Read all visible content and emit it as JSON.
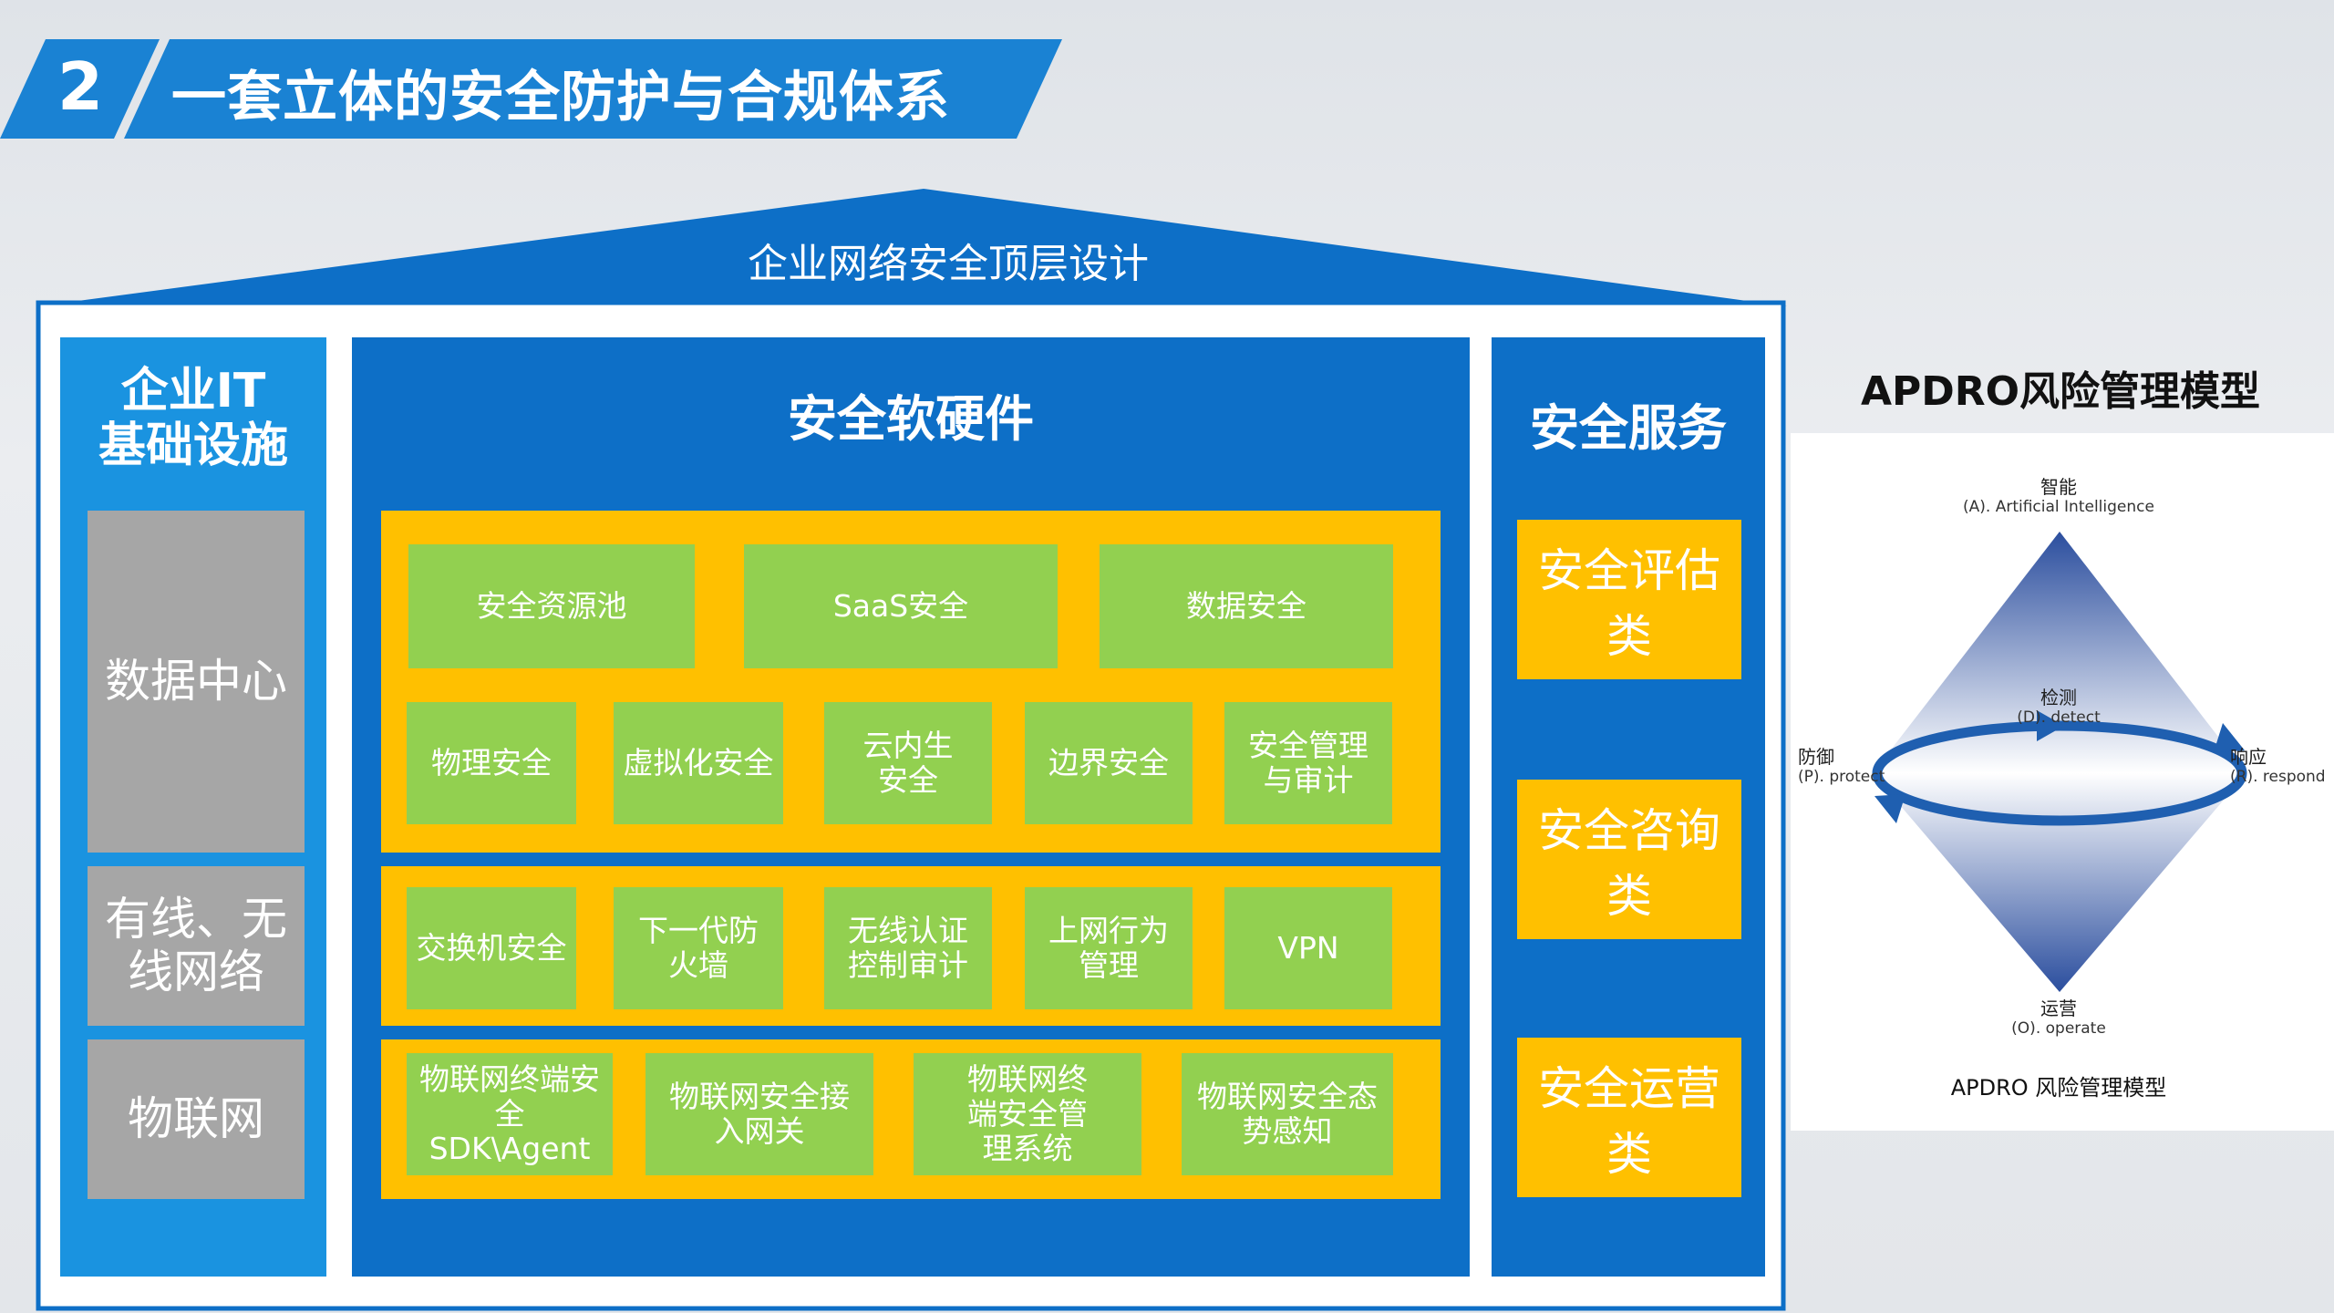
{
  "header": {
    "number": "2",
    "title": "一套立体的安全防护与合规体系"
  },
  "roof": {
    "label": "企业网络安全顶层设计"
  },
  "it_infra": {
    "title_line1": "企业IT",
    "title_line2": "基础设施",
    "items": [
      "数据中心",
      "有线、无线网络",
      "物联网"
    ]
  },
  "security_hw_sw": {
    "title": "安全软硬件",
    "row1": [
      "安全资源池",
      "SaaS安全",
      "数据安全"
    ],
    "row2": [
      "物理安全",
      "虚拟化安全",
      "云内生安全",
      "边界安全",
      "安全管理与审计"
    ],
    "row3": [
      "交换机安全",
      "下一代防火墙",
      "无线认证控制审计",
      "上网行为管理",
      "VPN"
    ],
    "row4": [
      "物联网终端安全SDK\\Agent",
      "物联网安全接入网关",
      "物联网终端安全管理系统",
      "物联网安全态势感知"
    ]
  },
  "security_services": {
    "title": "安全服务",
    "items": [
      "安全评估类",
      "安全咨询类",
      "安全运营类"
    ]
  },
  "apdro": {
    "title": "APDRO风险管理模型",
    "caption": "APDRO 风险管理模型",
    "top": {
      "cn": "智能",
      "en": "(A). Artificial Intelligence"
    },
    "center": {
      "cn": "检测",
      "en": "(D). detect"
    },
    "left": {
      "cn": "防御",
      "en": "(P). protect"
    },
    "right": {
      "cn": "响应",
      "en": "(R). respond"
    },
    "bottom": {
      "cn": "运营",
      "en": "(O). operate"
    }
  },
  "colors": {
    "dark_blue": "#0d6fc7",
    "light_blue": "#1a93e0",
    "yellow": "#ffc000",
    "green": "#92d050",
    "gray": "#a6a6a6",
    "arrow_blue": "#1f5fb0"
  }
}
